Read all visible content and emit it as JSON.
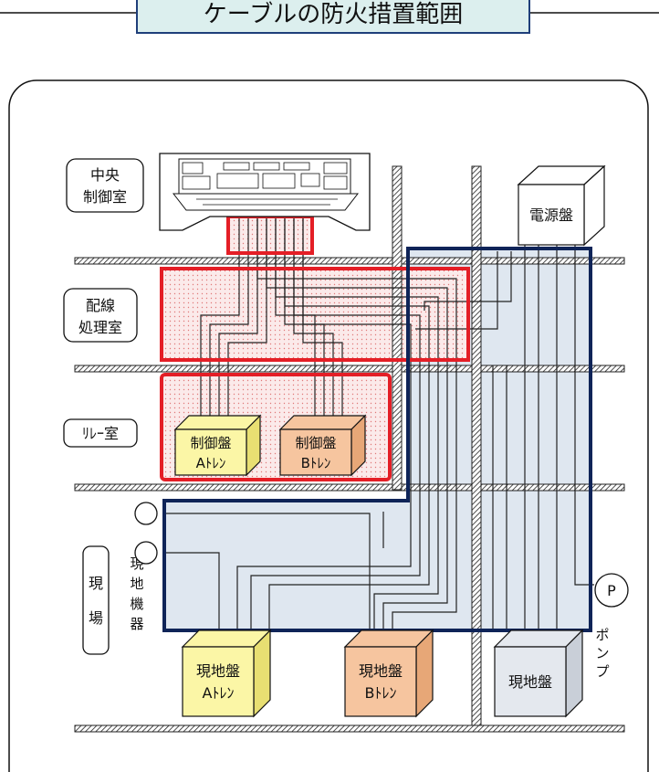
{
  "title": "ケーブルの防火措置範囲",
  "labels": {
    "central_line1": "中央",
    "central_line2": "制御室",
    "wiring_line1": "配線",
    "wiring_line2": "処理室",
    "relay": "ﾘﾚｰ室",
    "field_1": "現",
    "field_2": "場",
    "field_devices": [
      "現",
      "地",
      "機",
      "器"
    ],
    "power_panel": "電源盤",
    "ctrl_a_line1": "制御盤",
    "ctrl_a_line2": "Aﾄﾚﾝ",
    "ctrl_b_line1": "制御盤",
    "ctrl_b_line2": "Bﾄﾚﾝ",
    "local_a_line1": "現地盤",
    "local_a_line2": "Aﾄﾚﾝ",
    "local_b_line1": "現地盤",
    "local_b_line2": "Bﾄﾚﾝ",
    "local_panel": "現地盤",
    "pump_symbol": "P",
    "pump_label": [
      "ポ",
      "ン",
      "プ"
    ]
  },
  "colors": {
    "title_bg": "#dcefee",
    "title_border": "#1f3f7a",
    "red_zone": "#e41e26",
    "blue_zone": "#0f2458",
    "blue_fill": "#dfe7f0",
    "yellow_box": "#fbf6a6",
    "orange_box": "#f6c59f",
    "gray_box": "#e4e8ee"
  }
}
